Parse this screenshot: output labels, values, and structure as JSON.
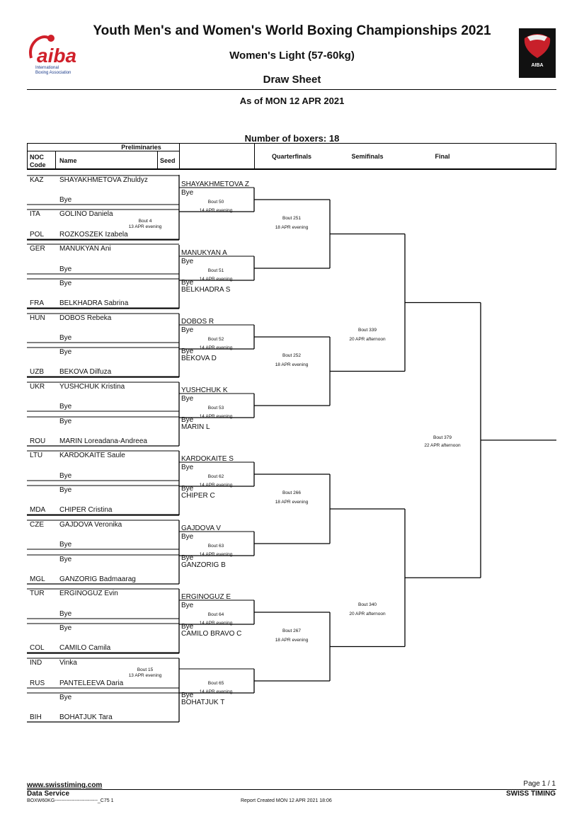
{
  "header": {
    "event": "Youth Men's and Women's World Boxing Championships 2021",
    "category": "Women's Light (57-60kg)",
    "sheet": "Draw Sheet",
    "as_of": "As of MON 12 APR 2021",
    "boxers": "Number of boxers: 18",
    "logo_left_text": "aiba",
    "logo_left_sub1": "International",
    "logo_left_sub2": "Boxing Association",
    "logo_right_text": "AIBA"
  },
  "table_header": {
    "preliminaries": "Preliminaries",
    "noc": "NOC",
    "code": "Code",
    "name": "Name",
    "seed": "Seed",
    "quarterfinals": "Quarterfinals",
    "semifinals": "Semifinals",
    "final": "Final"
  },
  "entries": [
    {
      "noc": "KAZ",
      "name": "SHAYAKHMETOVA Zhuldyz"
    },
    {
      "noc": "",
      "name": "Bye"
    },
    {
      "noc": "ITA",
      "name": "GOLINO Daniela"
    },
    {
      "noc": "POL",
      "name": "ROZKOSZEK Izabela"
    },
    {
      "noc": "GER",
      "name": "MANUKYAN Ani"
    },
    {
      "noc": "",
      "name": "Bye"
    },
    {
      "noc": "",
      "name": "Bye"
    },
    {
      "noc": "FRA",
      "name": "BELKHADRA Sabrina"
    },
    {
      "noc": "HUN",
      "name": "DOBOS Rebeka"
    },
    {
      "noc": "",
      "name": "Bye"
    },
    {
      "noc": "",
      "name": "Bye"
    },
    {
      "noc": "UZB",
      "name": "BEKOVA Dilfuza"
    },
    {
      "noc": "UKR",
      "name": "YUSHCHUK Kristina"
    },
    {
      "noc": "",
      "name": "Bye"
    },
    {
      "noc": "",
      "name": "Bye"
    },
    {
      "noc": "ROU",
      "name": "MARIN Loreadana-Andreea"
    },
    {
      "noc": "LTU",
      "name": "KARDOKAITE Saule"
    },
    {
      "noc": "",
      "name": "Bye"
    },
    {
      "noc": "",
      "name": "Bye"
    },
    {
      "noc": "MDA",
      "name": "CHIPER Cristina"
    },
    {
      "noc": "CZE",
      "name": "GAJDOVA Veronika"
    },
    {
      "noc": "",
      "name": "Bye"
    },
    {
      "noc": "",
      "name": "Bye"
    },
    {
      "noc": "MGL",
      "name": "GANZORIG Badmaarag"
    },
    {
      "noc": "TUR",
      "name": "ERGINOGUZ Evin"
    },
    {
      "noc": "",
      "name": "Bye"
    },
    {
      "noc": "",
      "name": "Bye"
    },
    {
      "noc": "COL",
      "name": "CAMILO Camila"
    },
    {
      "noc": "IND",
      "name": "Vinka"
    },
    {
      "noc": "RUS",
      "name": "PANTELEEVA Daria"
    },
    {
      "noc": "",
      "name": "Bye"
    },
    {
      "noc": "BIH",
      "name": "BOHATJUK Tara"
    }
  ],
  "prelim_bouts": [
    {
      "bout": "Bout 4",
      "time": "13 APR evening"
    },
    {
      "bout": "Bout 15",
      "time": "13 APR evening"
    }
  ],
  "round1": [
    {
      "top": "SHAYAKHMETOVA Z",
      "bottom": "Bye",
      "bout": "Bout 50",
      "time": "14 APR evening"
    },
    {
      "top": "MANUKYAN A",
      "bottom": "Bye",
      "bout": "Bout 51",
      "time": "14 APR evening",
      "top2": "Bye",
      "bottom2": "BELKHADRA S"
    },
    {
      "top": "DOBOS R",
      "bottom": "Bye",
      "bout": "Bout 52",
      "time": "14 APR evening",
      "top2": "Bye",
      "bottom2": "BEKOVA D"
    },
    {
      "top": "YUSHCHUK K",
      "bottom": "Bye",
      "bout": "Bout 53",
      "time": "14 APR evening",
      "top2": "Bye",
      "bottom2": "MARIN L"
    },
    {
      "top": "KARDOKAITE S",
      "bottom": "Bye",
      "bout": "Bout 62",
      "time": "14 APR evening",
      "top2": "Bye",
      "bottom2": "CHIPER C"
    },
    {
      "top": "GAJDOVA V",
      "bottom": "Bye",
      "bout": "Bout 63",
      "time": "14 APR evening",
      "top2": "Bye",
      "bottom2": "GANZORIG B"
    },
    {
      "top": "ERGINOGUZ E",
      "bottom": "Bye",
      "bout": "Bout 64",
      "time": "14 APR evening",
      "top2": "Bye",
      "bottom2": "CAMILO BRAVO C"
    },
    {
      "bout": "Bout 65",
      "time": "14 APR evening",
      "top2": "Bye",
      "bottom2": "BOHATJUK T"
    }
  ],
  "qf_bouts": [
    {
      "bout": "Bout 251",
      "time": "18 APR evening"
    },
    {
      "bout": "Bout 252",
      "time": "18 APR evening"
    },
    {
      "bout": "Bout 266",
      "time": "18 APR evening"
    },
    {
      "bout": "Bout 267",
      "time": "18 APR evening"
    }
  ],
  "sf_bouts": [
    {
      "bout": "Bout 339",
      "time": "20 APR afternoon"
    },
    {
      "bout": "Bout 340",
      "time": "20 APR afternoon"
    }
  ],
  "final_bout": {
    "bout": "Bout 379",
    "time": "22 APR afternoon"
  },
  "footer": {
    "site": "www.swisstiming.com",
    "service": "Data Service",
    "code": "BOXW60KG--------------------------_C75 1",
    "report": "Report Created  MON 12 APR 2021 18:06",
    "page": "Page 1 / 1",
    "brand": "SWISS TIMING"
  }
}
